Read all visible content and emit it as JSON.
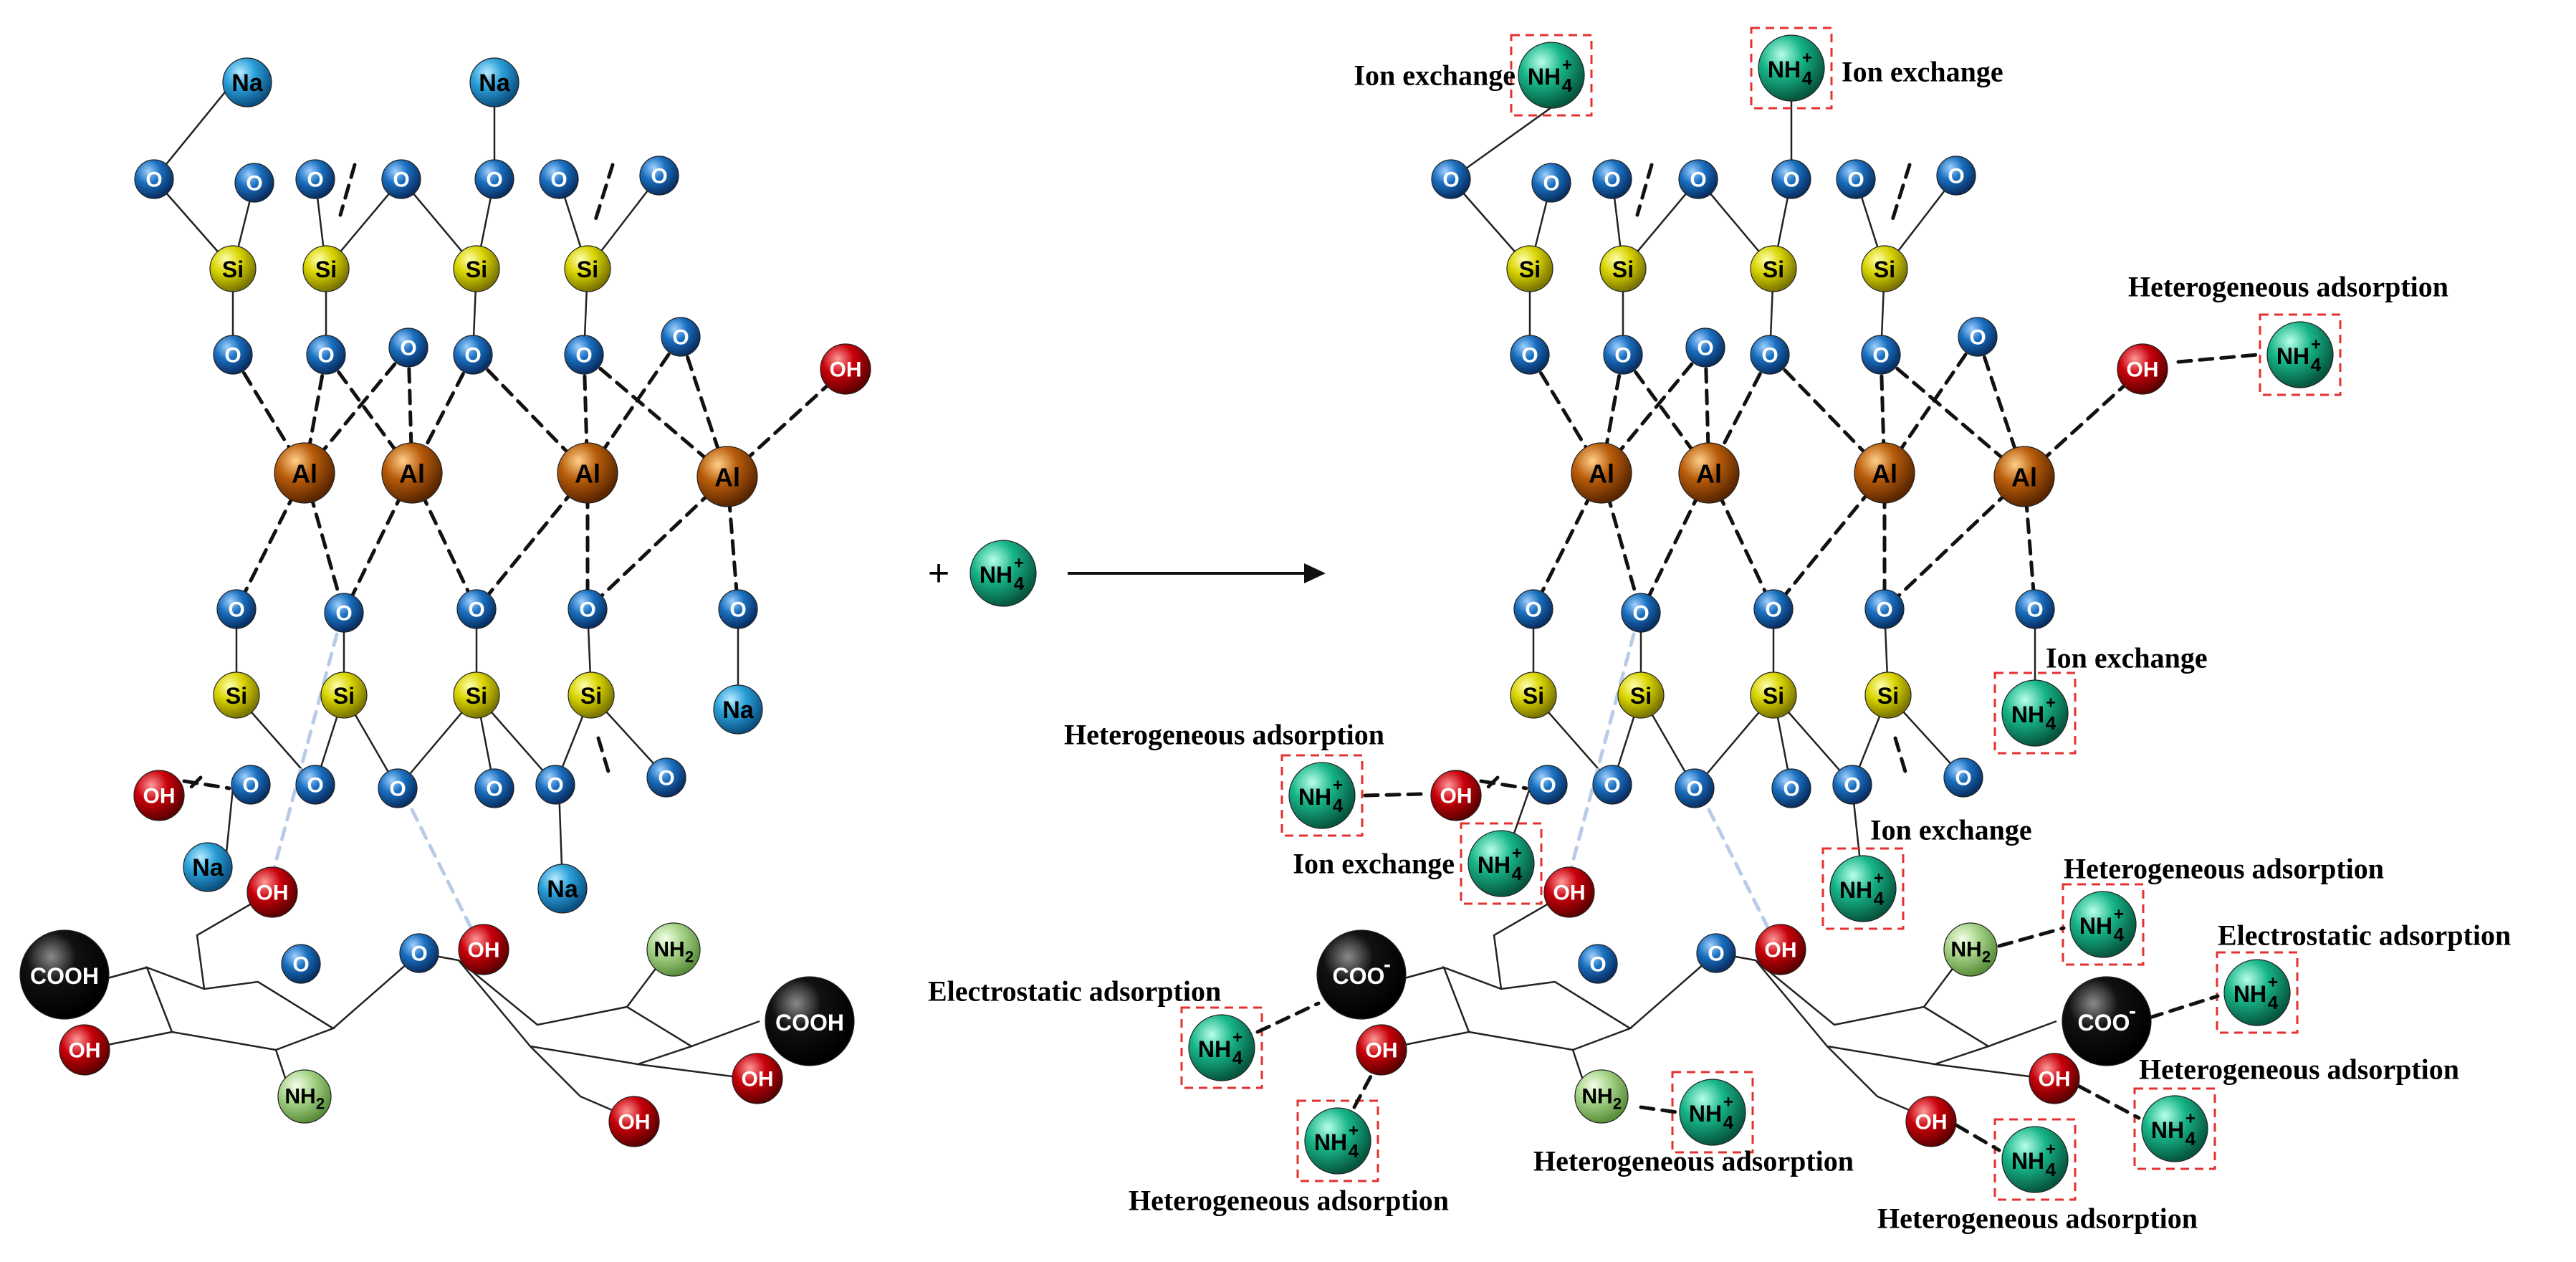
{
  "atoms": {
    "na": "Na",
    "o": "O",
    "si": "Si",
    "al": "Al",
    "oh": "OH",
    "cooh": "COOH",
    "coo": "COO",
    "coo_charge": "-",
    "nh2_base": "NH",
    "nh2_sub": "2",
    "nh4_base": "NH",
    "nh4_sub": "4",
    "nh4_charge": "+"
  },
  "reaction": {
    "plus": "+"
  },
  "labels": {
    "ion_exchange": "Ion exchange",
    "heterogeneous_adsorption": "Heterogeneous adsorption",
    "electrostatic_adsorption": "Electrostatic adsorption"
  },
  "colors": {
    "na": "#2a9fd8",
    "o": "#1a6fbf",
    "si": "#d8d400",
    "al": "#b85c0a",
    "oh": "#c8000a",
    "cooh": "#111111",
    "nh2": "#a8d48a",
    "nh4": "#17b589",
    "box": "#e53030",
    "hbond": "#b8cce8"
  }
}
